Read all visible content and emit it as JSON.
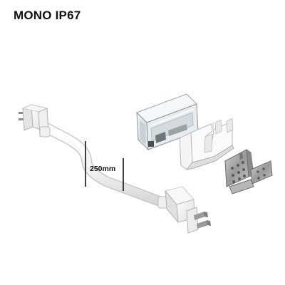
{
  "title": "MONO IP67",
  "dimension_label": "250mm",
  "colors": {
    "background": "#ffffff",
    "text": "#111111",
    "cable": "#f2f2f2",
    "cable_edge": "#bdbdbd",
    "metal": "#a8a8a8"
  },
  "components": [
    "cable-with-end-plugs",
    "clear-end-cap",
    "white-u-bracket",
    "metal-mounting-clip"
  ]
}
